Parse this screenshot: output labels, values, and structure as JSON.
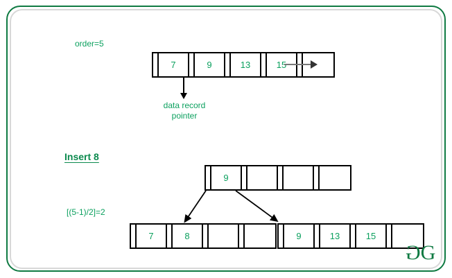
{
  "figure": {
    "title_label": "order=5",
    "operation_heading": "Insert 8",
    "min_keys_label": "[(5-1)/2]=2",
    "pointer_label_line1": "data record",
    "pointer_label_line2": "pointer",
    "logo_text": "G",
    "colors": {
      "key_green": "#0ba05e",
      "heading_green": "#0c8a4e",
      "frame_green": "#0f7a42",
      "node_border": "#000000",
      "next_pointer_gray": "#777777"
    }
  },
  "before": {
    "node": {
      "name": "initial-leaf-node",
      "cells": [
        {
          "type": "pointer",
          "value": ""
        },
        {
          "type": "key",
          "value": "7"
        },
        {
          "type": "pointer",
          "value": ""
        },
        {
          "type": "key",
          "value": "9"
        },
        {
          "type": "pointer",
          "value": ""
        },
        {
          "type": "key",
          "value": "13"
        },
        {
          "type": "pointer",
          "value": ""
        },
        {
          "type": "key",
          "value": "15"
        },
        {
          "type": "pointer",
          "value": ""
        },
        {
          "type": "key",
          "value": ""
        }
      ]
    }
  },
  "after": {
    "root": {
      "name": "root-node",
      "cells": [
        {
          "type": "pointer",
          "value": ""
        },
        {
          "type": "key",
          "value": "9"
        },
        {
          "type": "pointer",
          "value": ""
        },
        {
          "type": "key",
          "value": ""
        },
        {
          "type": "pointer",
          "value": ""
        },
        {
          "type": "key",
          "value": ""
        },
        {
          "type": "pointer",
          "value": ""
        },
        {
          "type": "key",
          "value": ""
        }
      ]
    },
    "left_leaf": {
      "name": "left-leaf-node",
      "cells": [
        {
          "type": "pointer",
          "value": ""
        },
        {
          "type": "key",
          "value": "7"
        },
        {
          "type": "pointer",
          "value": ""
        },
        {
          "type": "key",
          "value": "8"
        },
        {
          "type": "pointer",
          "value": ""
        },
        {
          "type": "key",
          "value": ""
        },
        {
          "type": "pointer",
          "value": ""
        },
        {
          "type": "key",
          "value": ""
        }
      ]
    },
    "right_leaf": {
      "name": "right-leaf-node",
      "cells": [
        {
          "type": "pointer",
          "value": ""
        },
        {
          "type": "key",
          "value": "9"
        },
        {
          "type": "pointer",
          "value": ""
        },
        {
          "type": "key",
          "value": "13"
        },
        {
          "type": "pointer",
          "value": ""
        },
        {
          "type": "key",
          "value": "15"
        },
        {
          "type": "pointer",
          "value": ""
        },
        {
          "type": "key",
          "value": ""
        }
      ]
    }
  }
}
